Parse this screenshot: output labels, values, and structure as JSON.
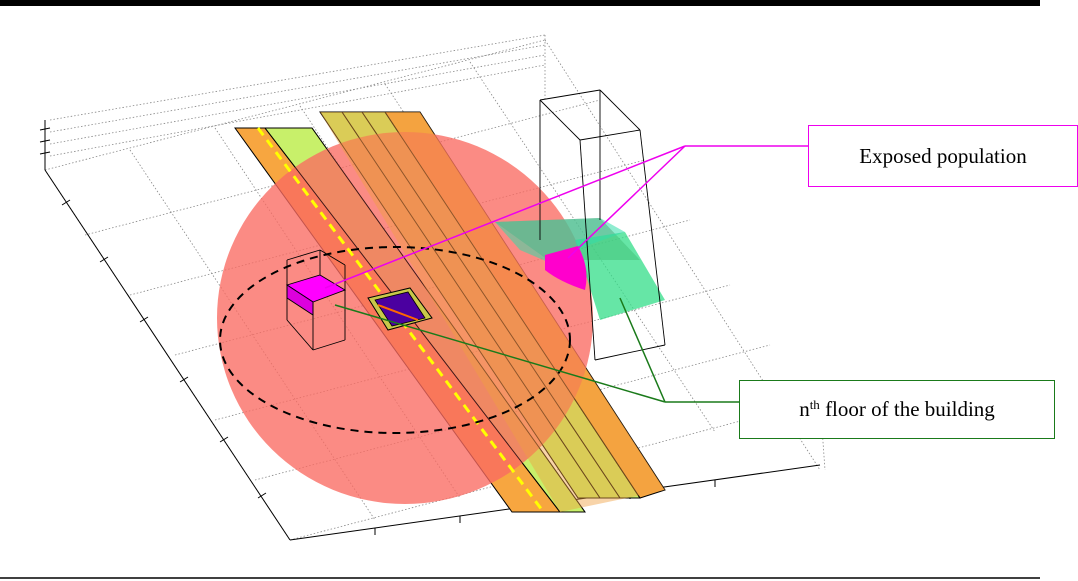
{
  "labels": {
    "exposed_population": "Exposed population",
    "floor_prefix": "n",
    "floor_sup": "th",
    "floor_suffix": " floor of the building"
  },
  "colors": {
    "exposed_line": "#ee00ee",
    "floor_line": "#1a7a1a",
    "danger_sphere": "#fa6a62",
    "lane_outer": "#f7a640",
    "lane_inner": "#c8f06a",
    "centerline": "#ffff00",
    "exposed_area": "#ff00ff",
    "building_floor": "#33dd88",
    "vehicle": "#4b00a0"
  }
}
